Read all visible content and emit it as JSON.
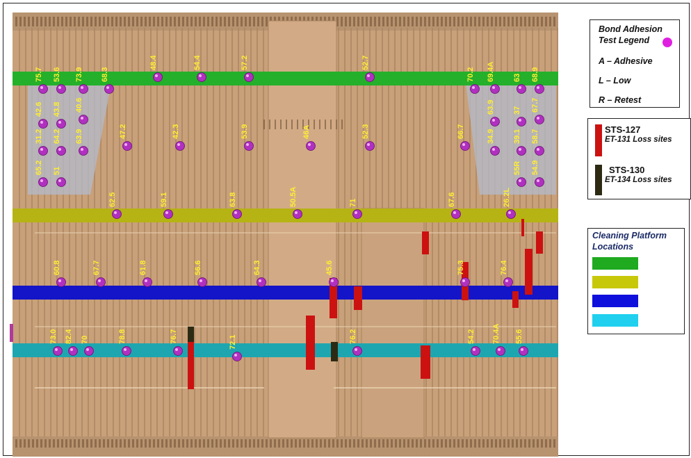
{
  "legend_bond": {
    "title_line1": "Bond Adhesion",
    "title_line2": "Test Legend",
    "marker_color": "#e020e0",
    "items": [
      "A – Adhesive",
      "L – Low",
      "R – Retest"
    ]
  },
  "legend_sts": {
    "entries": [
      {
        "title": "STS-127",
        "subtitle": "ET-131 Loss sites",
        "color": "#cc1111"
      },
      {
        "title": "STS-130",
        "subtitle": "ET-134 Loss sites",
        "color": "#2d2a14"
      }
    ]
  },
  "legend_platform": {
    "title_line1": "Cleaning Platform",
    "title_line2": "Locations",
    "colors": [
      "#1faa1f",
      "#c8c80a",
      "#1010dd",
      "#20d0ee"
    ]
  },
  "colors": {
    "background_tan": "#c8a07a",
    "rib_dark": "#a9835f",
    "panel_gray": "#b4bac8",
    "label_yellow": "#ffee33",
    "marker": "#b030c0"
  },
  "bands": [
    {
      "name": "green",
      "color": "#24b02a"
    },
    {
      "name": "olive",
      "color": "#b6b314"
    },
    {
      "name": "blue",
      "color": "#1414c8"
    },
    {
      "name": "teal",
      "color": "#1ea6b0"
    }
  ],
  "labels": [
    "75.7",
    "53.6",
    "73.9",
    "68.3",
    "48.4",
    "54.4",
    "57.2",
    "52.7",
    "70.2",
    "69.4A",
    "63",
    "68.9",
    "42.6",
    "43.8",
    "40.6",
    "63.9",
    "37",
    "67.7",
    "31.2",
    "64.2",
    "63.9",
    "47.2",
    "42.3",
    "53.9",
    "46A",
    "52.3",
    "66.7",
    "34.9",
    "39.1",
    "58.7",
    "65.2",
    "51",
    "55R",
    "54.9",
    "62.5",
    "59.1",
    "63.8",
    "50.5A",
    "71",
    "67.6",
    "26.2L",
    "60.8",
    "67.7",
    "61.8",
    "56.6",
    "64.3",
    "45.6",
    "75.3",
    "76.4",
    "73.0",
    "82.4",
    "70",
    "78.8",
    "76.7",
    "72.1",
    "76.2",
    "54.2",
    "70.4A",
    "55.6"
  ]
}
